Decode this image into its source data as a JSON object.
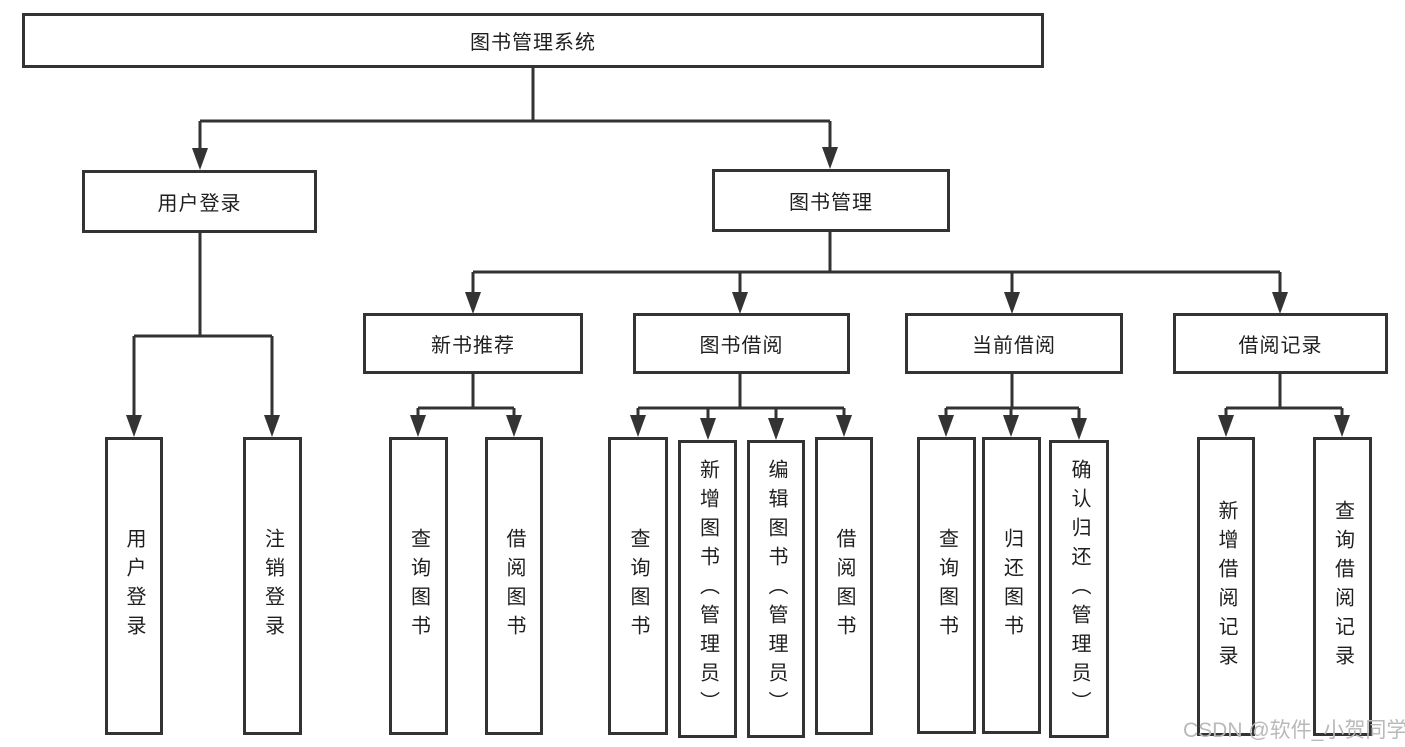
{
  "diagram": {
    "root": {
      "label": "图书管理系统"
    },
    "branches": [
      {
        "label": "用户登录",
        "children": [
          {
            "label": "用户登录"
          },
          {
            "label": "注销登录"
          }
        ]
      },
      {
        "label": "图书管理",
        "children": [
          {
            "label": "新书推荐",
            "children": [
              {
                "label": "查询图书"
              },
              {
                "label": "借阅图书"
              }
            ]
          },
          {
            "label": "图书借阅",
            "children": [
              {
                "label": "查询图书"
              },
              {
                "label": "新增图书（管理员）"
              },
              {
                "label": "编辑图书（管理员）"
              },
              {
                "label": "借阅图书"
              }
            ]
          },
          {
            "label": "当前借阅",
            "children": [
              {
                "label": "查询图书"
              },
              {
                "label": "归还图书"
              },
              {
                "label": "确认归还（管理员）"
              }
            ]
          },
          {
            "label": "借阅记录",
            "children": [
              {
                "label": "新增借阅记录"
              },
              {
                "label": "查询借阅记录"
              }
            ]
          }
        ]
      }
    ]
  },
  "watermark": {
    "text": "CSDN @软件_小贺同学",
    "color": "#b9b9b9"
  },
  "style": {
    "line_color": "#333333",
    "text_color": "#1f1f1f",
    "background": "#ffffff"
  }
}
